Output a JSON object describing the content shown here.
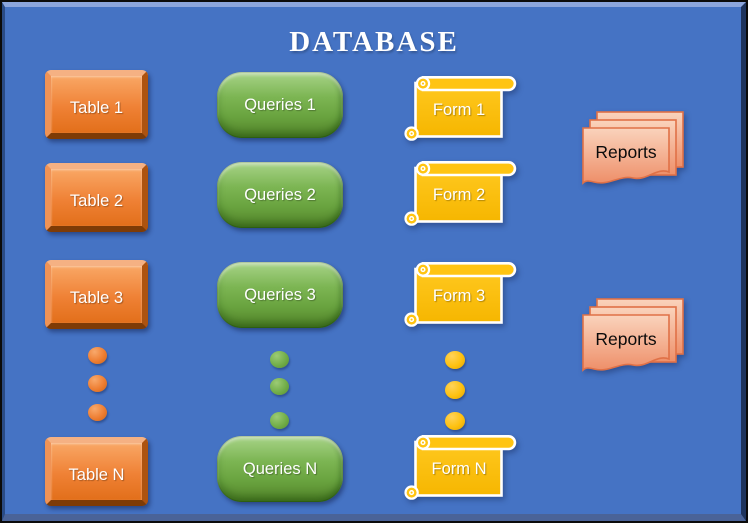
{
  "title": "DATABASE",
  "tables": [
    "Table 1",
    "Table 2",
    "Table 3",
    "Table N"
  ],
  "queries": [
    "Queries 1",
    "Queries 2",
    "Queries 3",
    "Queries N"
  ],
  "forms": [
    "Form 1",
    "Form 2",
    "Form 3",
    "Form N"
  ],
  "reports": [
    "Reports",
    "Reports"
  ],
  "ellipsis_dots": {
    "columns": [
      "tables",
      "queries",
      "forms"
    ],
    "dots_per_column": 3
  },
  "colors": {
    "panel_background": "#4573C4",
    "panel_highlight": "#8CA6DD",
    "panel_shadow": "#1E345E",
    "table_fill": "#ED7D31",
    "query_fill": "#70AD47",
    "form_fill": "#FFC000",
    "report_fill": "#F4A583",
    "report_outline": "#E07147",
    "title_text": "#FFFFFF",
    "shape_label_text": "#FFFFFF",
    "report_label_text": "#000000"
  }
}
